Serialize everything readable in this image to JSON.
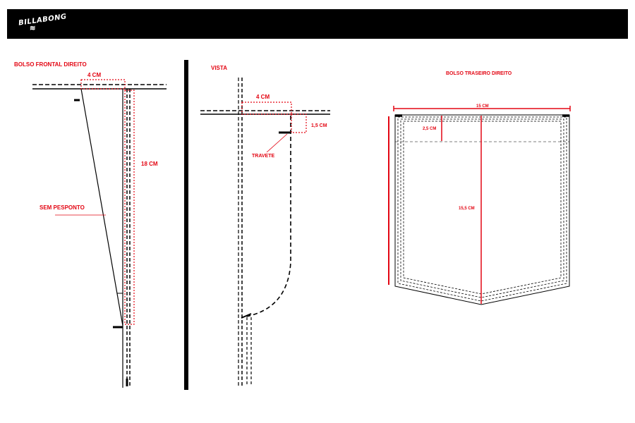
{
  "brand": {
    "logo_text": "BILLABONG",
    "logo_mark": "≋"
  },
  "colors": {
    "accent": "#e30613",
    "line": "#000000",
    "header": "#000000"
  },
  "front_pocket": {
    "title": "BOLSO FRONTAL DIREITO",
    "width_label": "4 CM",
    "height_label": "18 CM",
    "note_label": "SEM PESPONTO"
  },
  "view": {
    "title": "VISTA",
    "width_label": "4 CM",
    "offset_label": "1,5 CM",
    "bartack_label": "TRAVETE"
  },
  "back_pocket": {
    "title": "BOLSO TRASEIRO DIREITO",
    "width_label": "15 CM",
    "top_label": "2,5 CM",
    "height_label": "15,5 CM"
  }
}
